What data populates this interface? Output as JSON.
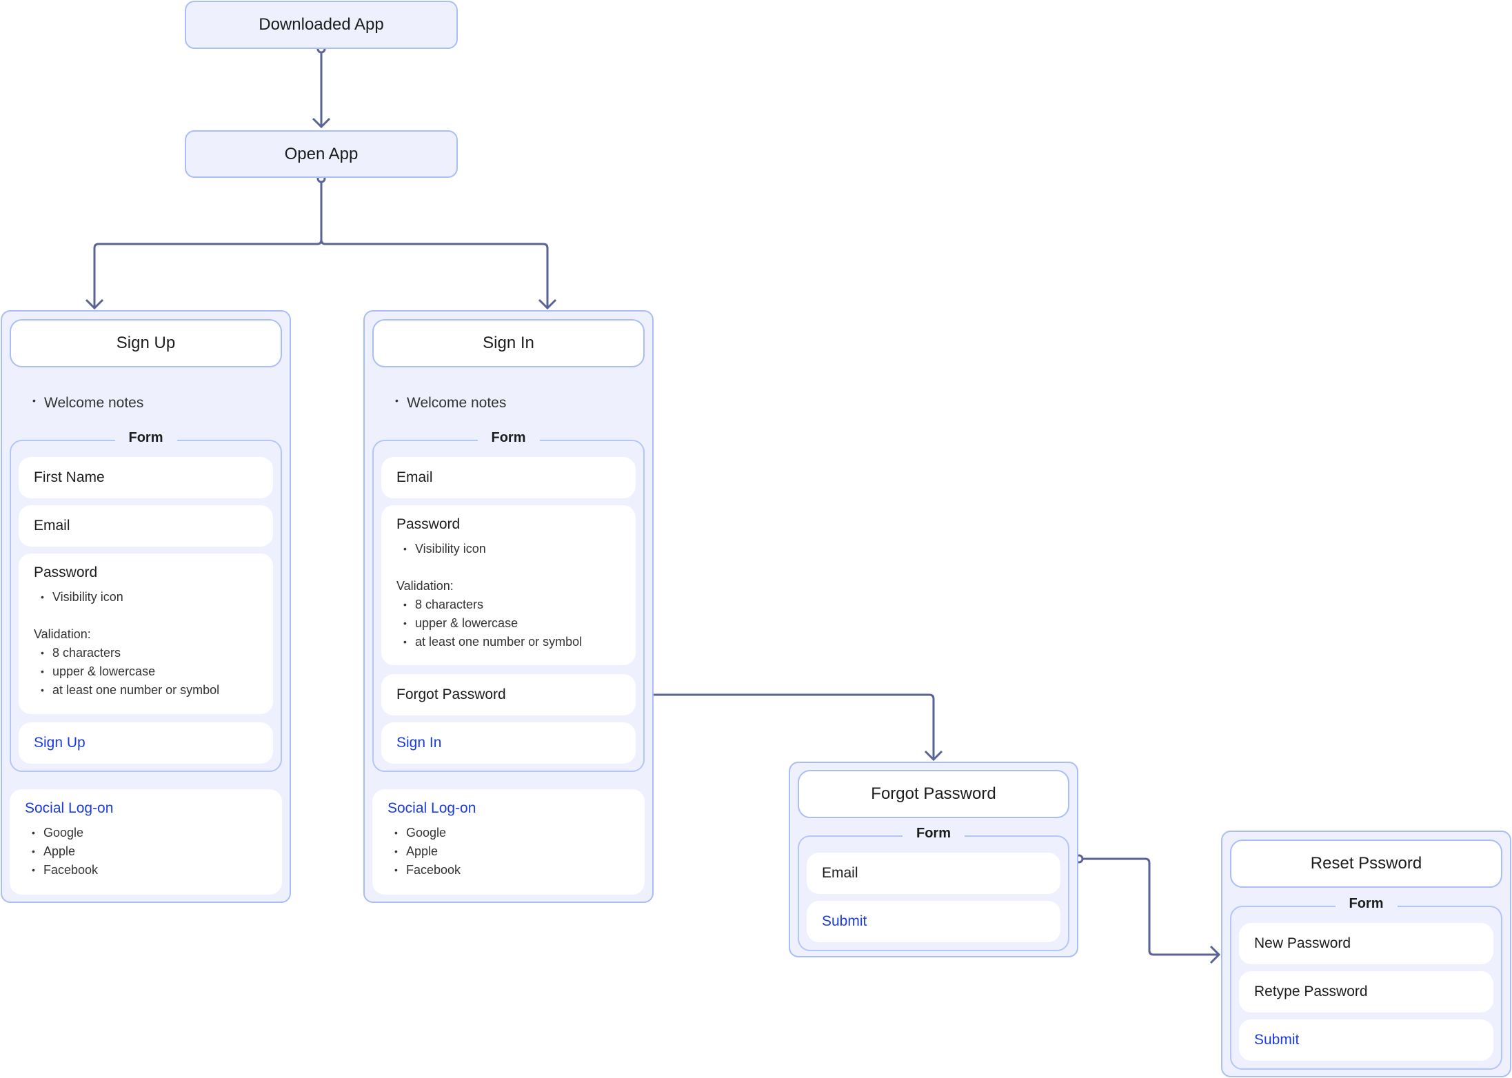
{
  "nodes": {
    "downloaded": "Downloaded App",
    "open": "Open App"
  },
  "signup": {
    "title": "Sign Up",
    "welcome": "Welcome notes",
    "form_label": "Form",
    "fields": {
      "first_name": "First Name",
      "email": "Email",
      "password": "Password",
      "visibility": "Visibility icon",
      "validation": "Validation:",
      "rules": [
        "8 characters",
        "upper & lowercase",
        "at least one number or symbol"
      ],
      "submit": "Sign Up"
    },
    "social": {
      "title": "Social Log-on",
      "items": [
        "Google",
        "Apple",
        "Facebook"
      ]
    }
  },
  "signin": {
    "title": "Sign In",
    "welcome": "Welcome notes",
    "form_label": "Form",
    "fields": {
      "email": "Email",
      "password": "Password",
      "visibility": "Visibility icon",
      "validation": "Validation:",
      "rules": [
        "8 characters",
        "upper & lowercase",
        "at least one number or symbol"
      ],
      "forgot": "Forgot Password",
      "submit": "Sign In"
    },
    "social": {
      "title": "Social Log-on",
      "items": [
        "Google",
        "Apple",
        "Facebook"
      ]
    }
  },
  "forgot": {
    "title": "Forgot Password",
    "form_label": "Form",
    "email": "Email",
    "submit": "Submit"
  },
  "reset": {
    "title": "Reset Pssword",
    "form_label": "Form",
    "new_password": "New Password",
    "retype_password": "Retype Password",
    "submit": "Submit"
  },
  "colors": {
    "panel_bg": "#eef1fd",
    "border": "#a9bef6",
    "connector": "#5a6396",
    "link": "#1a3be0"
  }
}
